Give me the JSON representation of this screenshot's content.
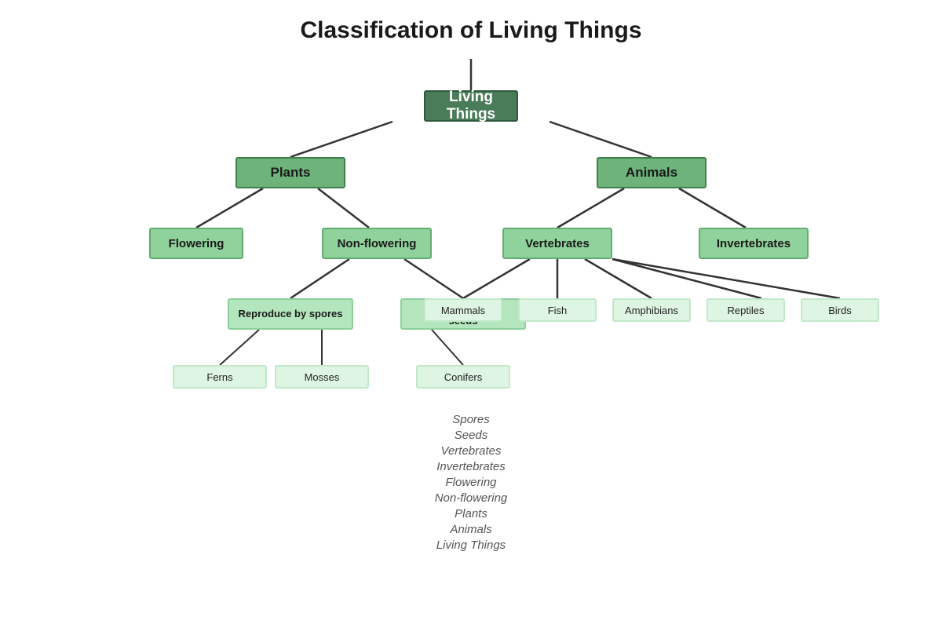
{
  "title": "Classification of Living Things",
  "nodes": {
    "living_things": "Living Things",
    "plants": "Plants",
    "animals": "Animals",
    "flowering": "Flowering",
    "non_flowering": "Non-flowering",
    "vertebrates": "Vertebrates",
    "invertebrates": "Invertebrates",
    "reproduce_spores": "Reproduce by spores",
    "reproduce_seeds": "seeds",
    "mammals": "Mammals",
    "fish": "Fish",
    "amphibians": "Amphibians",
    "reptiles": "Reptiles",
    "birds": "Birds",
    "ferns": "Ferns",
    "mosses": "Mosses",
    "conifers": "Conifers"
  },
  "legend": [
    "Spores",
    "Seeds",
    "Vertebrates",
    "Invertebrates",
    "Flowering",
    "Non-flowering",
    "Plants",
    "Animals",
    "Living Things"
  ],
  "colors": {
    "root": "#4a7c59",
    "level1": "#6db37a",
    "level2": "#90d29b",
    "level3": "#b4e6bd",
    "leaf": "#dff5e3",
    "edge": "#333333"
  }
}
